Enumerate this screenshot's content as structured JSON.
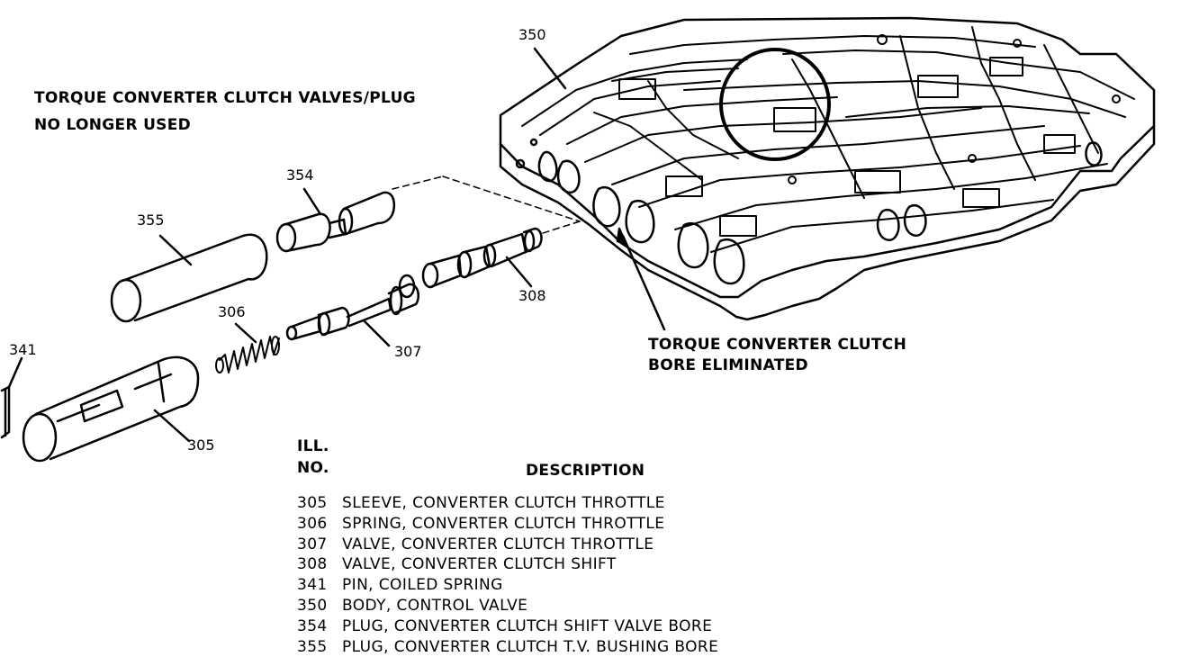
{
  "notes": {
    "valves_line1": "TORQUE CONVERTER CLUTCH VALVES/PLUG",
    "valves_line2": "NO LONGER USED",
    "bore_line1": "TORQUE CONVERTER CLUTCH",
    "bore_line2": "BORE ELIMINATED"
  },
  "callouts": {
    "c350": "350",
    "c354": "354",
    "c355": "355",
    "c306": "306",
    "c341": "341",
    "c308": "308",
    "c307": "307",
    "c305": "305"
  },
  "legend": {
    "head_ill": "ILL.",
    "head_no": "NO.",
    "head_desc": "DESCRIPTION",
    "rows": [
      {
        "code": "305",
        "desc": "SLEEVE, CONVERTER CLUTCH THROTTLE"
      },
      {
        "code": "306",
        "desc": "SPRING, CONVERTER CLUTCH THROTTLE"
      },
      {
        "code": "307",
        "desc": "VALVE, CONVERTER CLUTCH THROTTLE"
      },
      {
        "code": "308",
        "desc": "VALVE, CONVERTER CLUTCH SHIFT"
      },
      {
        "code": "341",
        "desc": "PIN, COILED SPRING"
      },
      {
        "code": "350",
        "desc": "BODY, CONTROL VALVE"
      },
      {
        "code": "354",
        "desc": "PLUG, CONVERTER CLUTCH SHIFT VALVE BORE"
      },
      {
        "code": "355",
        "desc": "PLUG, CONVERTER CLUTCH T.V. BUSHING BORE"
      }
    ]
  }
}
